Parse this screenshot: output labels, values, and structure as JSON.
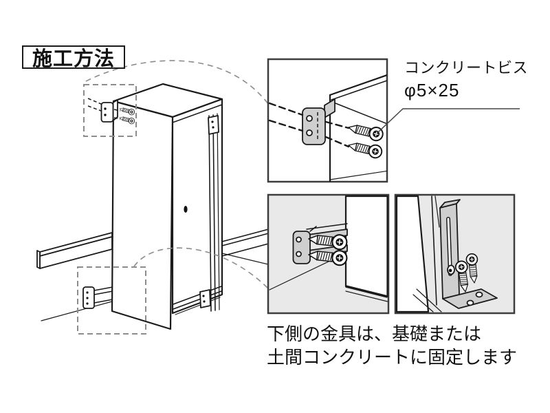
{
  "title": "施工方法",
  "callout": {
    "line1": "コンクリートビス",
    "line2": "φ5×25"
  },
  "caption": {
    "line1": "下側の金具は、基礎または",
    "line2": "土間コンクリートに固定します"
  },
  "colors": {
    "canvas_bg": "#ffffff",
    "line": "#1a1a1a",
    "panel_border": "#3d3d3d",
    "panel_a_bg": "#ffffff",
    "panel_bc_bg": "#e9e9e9",
    "bracket_fill": "#cfcfcf",
    "dashed_gray": "#8c8c8c",
    "text": "#111111"
  }
}
